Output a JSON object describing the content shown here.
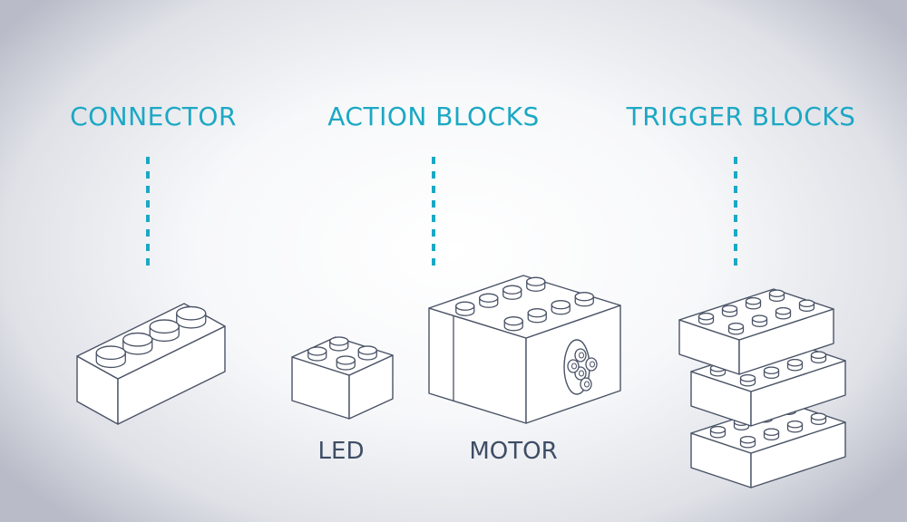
{
  "headings": {
    "connector": "CONNECTOR",
    "action": "ACTION BLOCKS",
    "trigger": "TRIGGER BLOCKS"
  },
  "labels": {
    "led": "LED",
    "motor": "MOTOR"
  },
  "colors": {
    "accent": "#1ba8c4",
    "stroke": "#4a5366",
    "label": "#3e4d66"
  }
}
